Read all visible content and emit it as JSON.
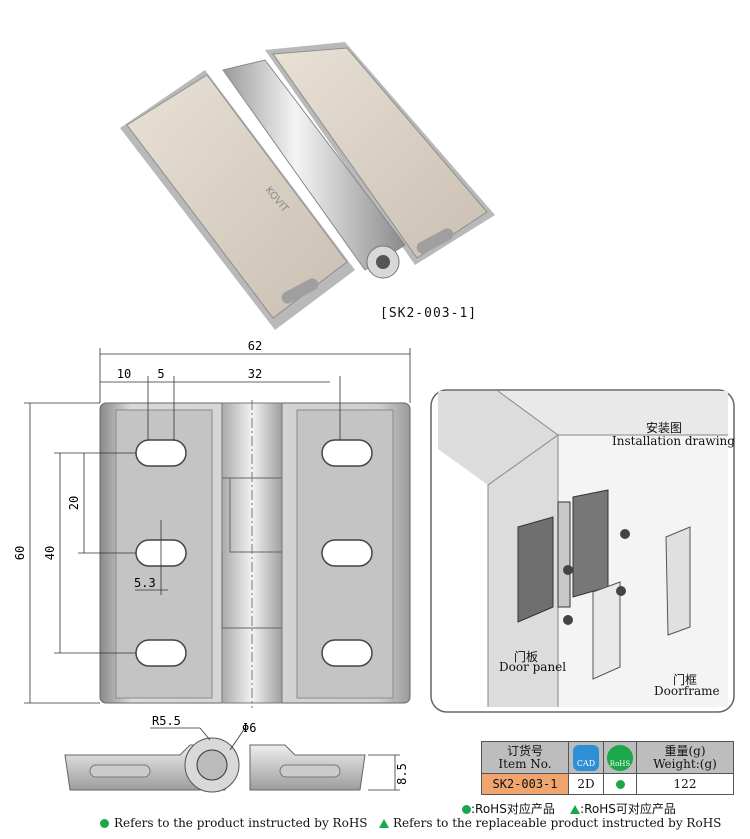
{
  "photo": {
    "caption": "[SK2-003-1]"
  },
  "drawing": {
    "dim_width": "62",
    "dim_left": "10",
    "dim_slot": "5",
    "dim_center": "32",
    "dim_height": "60",
    "dim_pitch40": "40",
    "dim_pitch20": "20",
    "dim_slotw": "5.3",
    "dim_radius": "R5.5",
    "dim_phi": "Φ6",
    "dim_thick": "8.5"
  },
  "install": {
    "title_cn": "安装图",
    "title_en": "Installation drawing",
    "door_cn": "门板",
    "door_en": "Door panel",
    "frame_cn": "门框",
    "frame_en": "Doorframe"
  },
  "table": {
    "col1_cn": "订货号",
    "col1_en": "Item No.",
    "cad_label": "CAD",
    "rohs_label": "RoHS",
    "col4_cn": "重量(g)",
    "col4_en": "Weight:(g)",
    "item_no": "SK2-003-1",
    "cad_value": "2D",
    "weight": "122"
  },
  "legend": {
    "cn_dot": ":RoHS对应产品",
    "cn_tri": ":RoHS可对应产品",
    "en_dot": "Refers to the product instructed by RoHS",
    "en_tri": "Refers to the replaceable product instructed by RoHS"
  },
  "colors": {
    "rohs_green": "#1aa84a",
    "item_orange": "#f0a46e",
    "header_gray": "#bdbdbd"
  }
}
